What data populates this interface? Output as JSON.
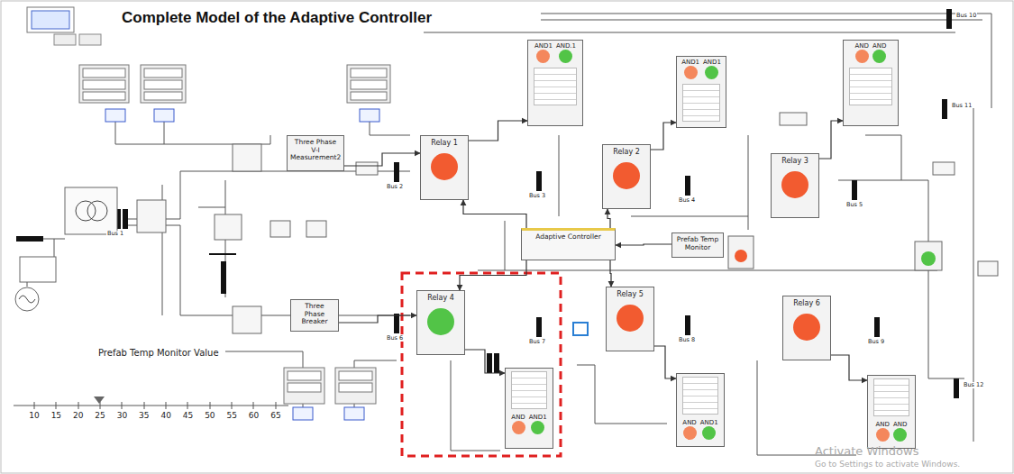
{
  "diagram": {
    "title": "Complete Model of the Adaptive Controller",
    "nodes": [
      {
        "text": [
          "Three Phase V-I Measurement2"
        ]
      },
      {
        "text": [
          "Three Phase Breaker"
        ]
      },
      {
        "text": [
          "Relay 1"
        ]
      },
      {
        "text": [
          "Relay 2"
        ]
      },
      {
        "text": [
          "Relay 3"
        ]
      },
      {
        "text": [
          "Relay 4"
        ]
      },
      {
        "text": [
          "Relay 5"
        ]
      },
      {
        "text": [
          "Relay 6"
        ]
      },
      {
        "text": [
          "AND1",
          "AND.1"
        ]
      },
      {
        "text": [
          "AND1",
          "AND1"
        ]
      },
      {
        "text": [
          "AND",
          "AND"
        ]
      },
      {
        "text": [
          "AND",
          "AND1"
        ]
      },
      {
        "text": [
          "AND",
          "AND1"
        ]
      },
      {
        "text": [
          "AND",
          "AND"
        ]
      },
      {
        "text": [
          "Adaptive Controller"
        ]
      },
      {
        "text": [
          "Prefab Temp Monitor"
        ]
      }
    ],
    "edges": [
      {
        "from": 0,
        "to": 2,
        "arrow": "to"
      },
      {
        "from": 1,
        "to": 5,
        "arrow": "to"
      },
      {
        "from": 2,
        "to": 8,
        "arrow": "to"
      },
      {
        "from": 3,
        "to": 9,
        "arrow": "to"
      },
      {
        "from": 4,
        "to": 10,
        "arrow": "to"
      },
      {
        "from": 5,
        "to": 11,
        "arrow": "to"
      },
      {
        "from": 6,
        "to": 12,
        "arrow": "to"
      },
      {
        "from": 7,
        "to": 13,
        "arrow": "to"
      },
      {
        "from": 15,
        "to": 14,
        "arrow": "to"
      },
      {
        "from": 14,
        "to": 2,
        "arrow": "to"
      },
      {
        "from": 14,
        "to": 3,
        "arrow": "to"
      },
      {
        "from": 14,
        "to": 5,
        "arrow": "to"
      },
      {
        "from": 14,
        "to": 6,
        "arrow": "to"
      }
    ],
    "labels": [
      "Prefab Temp Monitor Value",
      "10",
      "15",
      "20",
      "25",
      "30",
      "35",
      "40",
      "45",
      "50",
      "55",
      "60",
      "65",
      "Bus 1",
      "Bus 2",
      "Bus 3",
      "Bus 4",
      "Bus 5",
      "Bus 6",
      "Bus 7",
      "Bus 8",
      "Bus 9",
      "Bus 10",
      "Bus 11",
      "Bus 12",
      "Activate Windows",
      "Go to Settings to activate Windows."
    ]
  }
}
